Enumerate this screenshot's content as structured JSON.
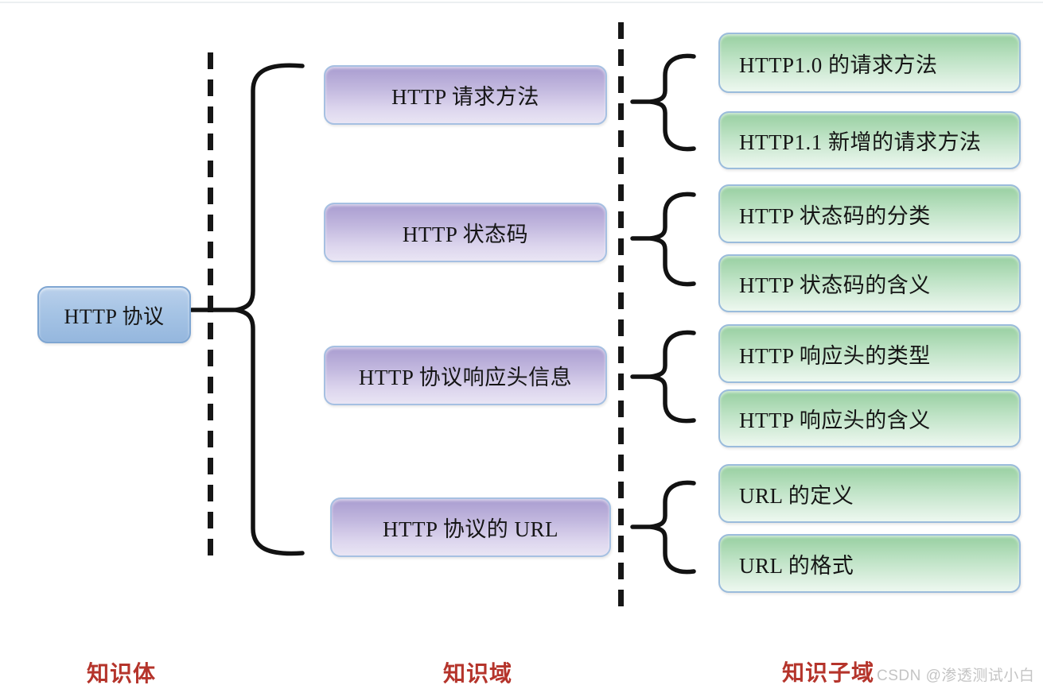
{
  "diagram": {
    "root": {
      "label": "HTTP 协议"
    },
    "branches": [
      {
        "label": "HTTP 请求方法",
        "children": [
          "HTTP1.0 的请求方法",
          "HTTP1.1 新增的请求方法"
        ]
      },
      {
        "label": "HTTP 状态码",
        "children": [
          "HTTP 状态码的分类",
          "HTTP 状态码的含义"
        ]
      },
      {
        "label": "HTTP 协议响应头信息",
        "children": [
          "HTTP 响应头的类型",
          "HTTP 响应头的含义"
        ]
      },
      {
        "label": "HTTP 协议的 URL",
        "children": [
          "URL 的定义",
          "URL 的格式"
        ]
      }
    ],
    "column_labels": [
      {
        "label": "知识体"
      },
      {
        "label": "知识域"
      },
      {
        "label": "知识子域"
      }
    ],
    "watermark": "CSDN @渗透测试小白",
    "colors": {
      "root_fill_top": "#bad0eb",
      "root_fill_bottom": "#95b7de",
      "root_border": "#7fa6d2",
      "branch_fill_top": "#a99cd0",
      "branch_fill_bottom": "#e9e5f4",
      "branch_border": "#a6c0e2",
      "leaf_fill_top": "#97cfa0",
      "leaf_fill_bottom": "#edf8ef",
      "leaf_border": "#9bbcdc",
      "column_label_color": "#b5342b",
      "line_color": "#121212",
      "watermark_color": "#c4c4c4"
    }
  }
}
